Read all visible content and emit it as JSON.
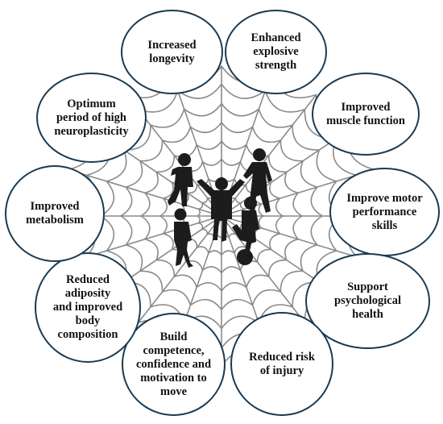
{
  "colors": {
    "bubble_border": "#1a3a52",
    "web_line": "#8a8a8a",
    "silhouette": "#1c1c1c"
  },
  "icons": [
    "spider-web",
    "children-silhouettes"
  ],
  "benefits": [
    "Increased\nlongevity",
    "Enhanced\nexplosive\nstrength",
    "Improved\nmuscle function",
    "Improve motor\nperformance\nskills",
    "Support\npsychological\nhealth",
    "Reduced risk\nof injury",
    "Build\ncompetence,\nconfidence and\nmotivation to\nmove",
    "Reduced\nadiposity\nand improved\nbody\ncomposition",
    "Improved\nmetabolism",
    "Optimum\nperiod of high\nneuroplasticity"
  ]
}
